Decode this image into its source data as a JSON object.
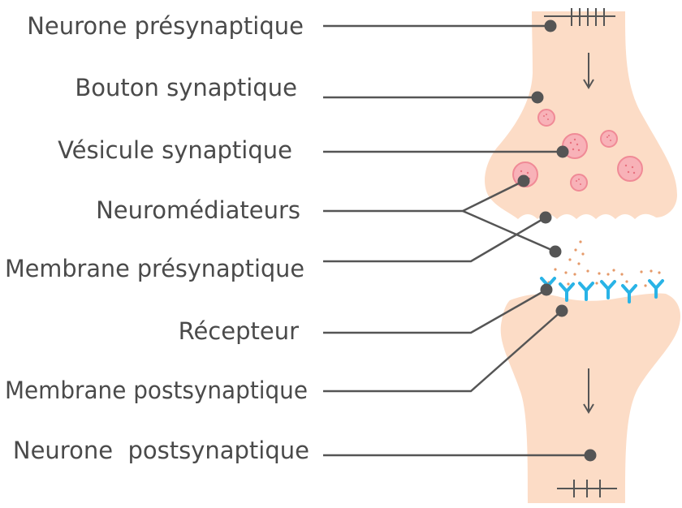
{
  "labels": {
    "neurone_presynaptique": "Neurone présynaptique",
    "bouton_synaptique": "Bouton synaptique",
    "vesicule_synaptique": "Vésicule synaptique",
    "neuromediateurs": "Neuromédiateurs",
    "membrane_presynaptique": "Membrane présynaptique",
    "recepteur": "Récepteur",
    "membrane_postsynaptique": "Membrane postsynaptique",
    "neurone_postsynaptique": "Neurone  postsynaptique"
  },
  "colors": {
    "tissue": "#fcdcc6",
    "vesicle_fill": "#f8b2b8",
    "vesicle_stroke": "#f08a96",
    "receptor": "#29b3e6",
    "neurotransmitter": "#e59a6a",
    "leader_line": "#555555",
    "text": "#4a4a4a"
  }
}
